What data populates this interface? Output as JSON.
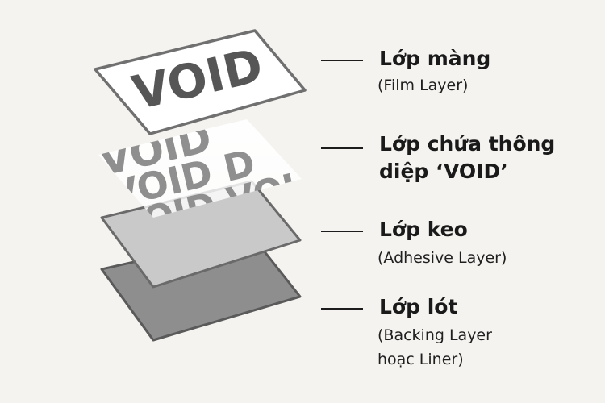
{
  "colors": {
    "background": "#f5f3f0",
    "film_fill": "#ffffff",
    "film_text": "#565656",
    "card_stroke": "#6a6a6a",
    "void_text": "#8c8c8c",
    "adhesive_fill": "#c9c9c9",
    "backing_fill": "#8e8e8e",
    "label_text": "#1a1a1a"
  },
  "layers": [
    {
      "title": "Lớp màng",
      "subtitle": [
        "(Film Layer)"
      ]
    },
    {
      "title": "Lớp chứa thông",
      "title2": "diệp ‘VOID’",
      "subtitle": []
    },
    {
      "title": "Lớp keo",
      "subtitle": [
        "(Adhesive Layer)"
      ]
    },
    {
      "title": "Lớp lót",
      "subtitle": [
        "(Backing Layer",
        "hoạc Liner)"
      ]
    }
  ],
  "film_text": "VOID",
  "pattern_text": "VOID",
  "pattern_rows": [
    "VOID",
    "VOID D",
    "VOID VOI"
  ]
}
